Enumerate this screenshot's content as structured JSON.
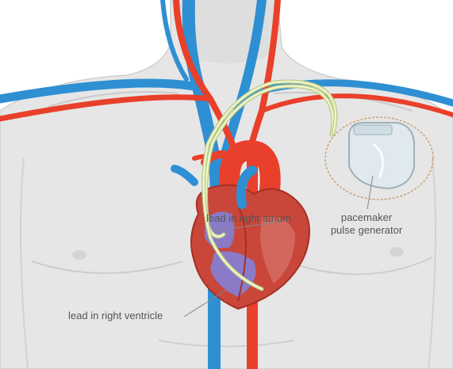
{
  "labels": {
    "lead_atrium": "lead in right atrium",
    "lead_ventricle": "lead in right ventricle",
    "generator_line1": "pacemaker",
    "generator_line2": "pulse generator"
  },
  "colors": {
    "body": "#e6e6e6",
    "body_outline": "#c9c9c9",
    "vein": "#2f8fd3",
    "artery": "#e8402a",
    "heart_muscle": "#c9463a",
    "heart_chamber": "#8a7ac8",
    "lead": "#d8e8a8",
    "generator": "#dfe9ee",
    "label_text": "#555555"
  }
}
